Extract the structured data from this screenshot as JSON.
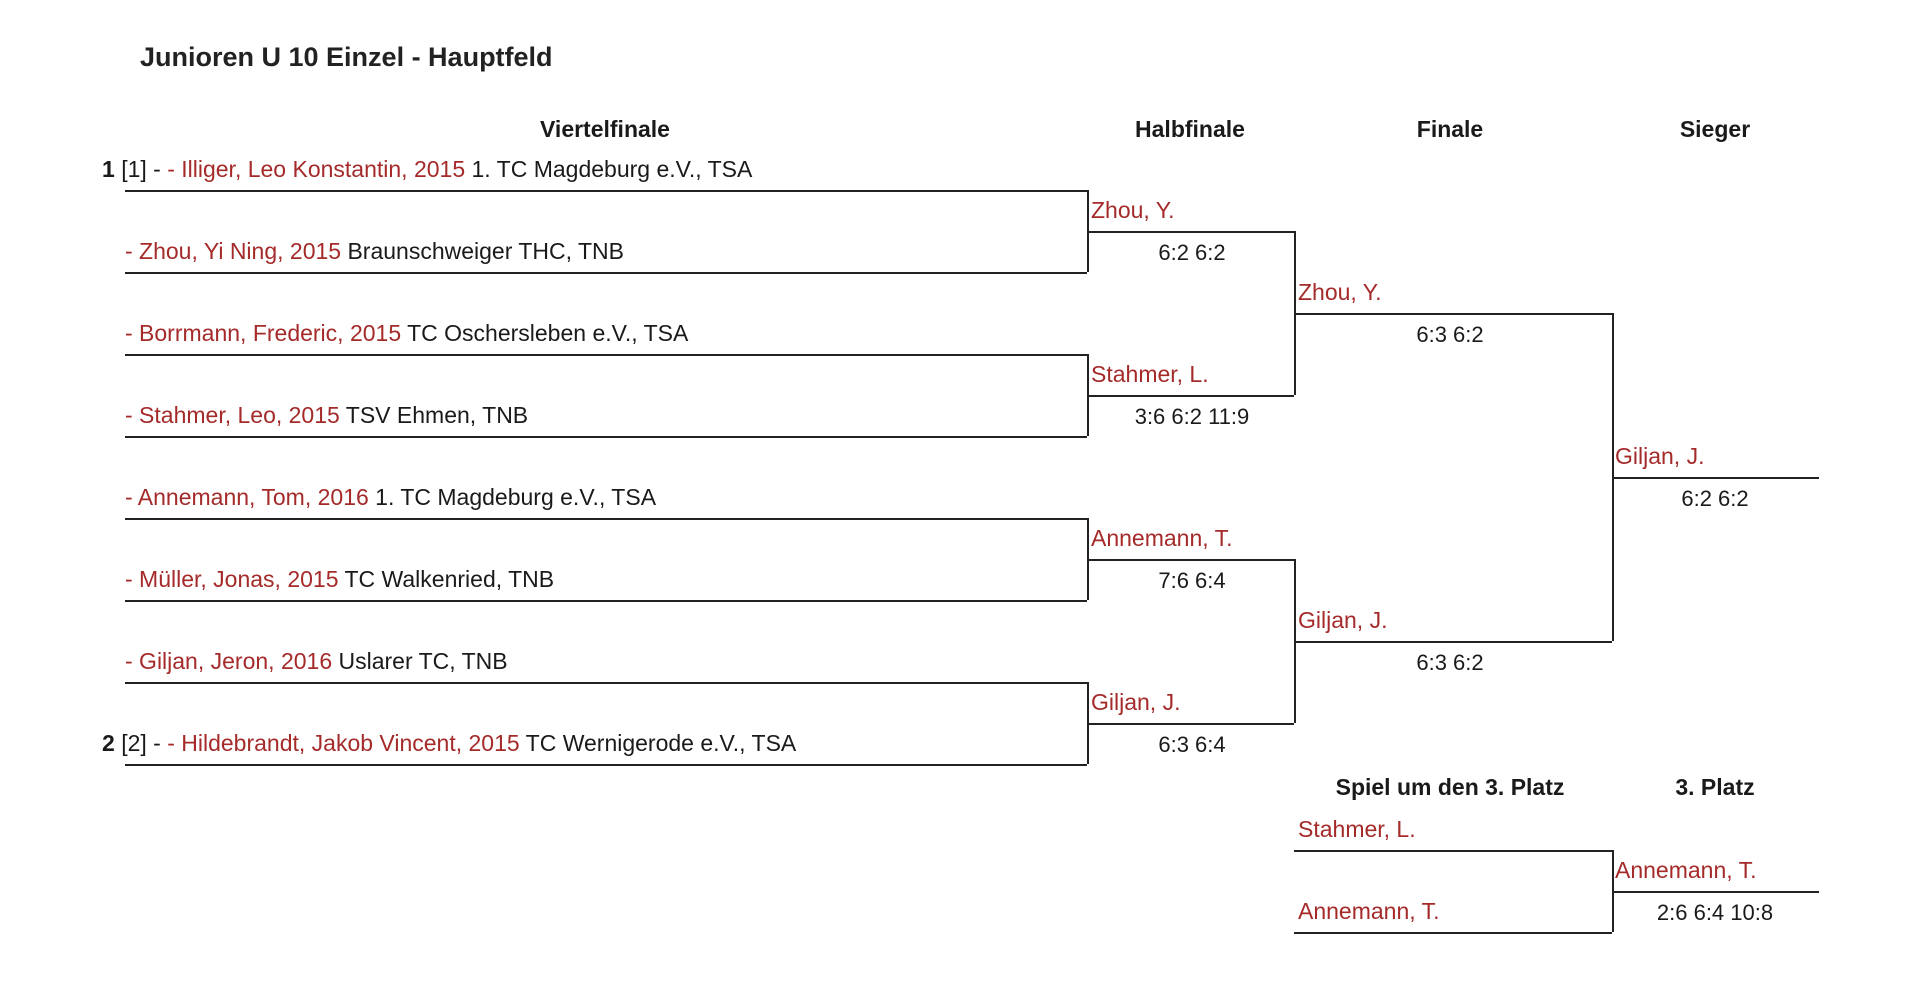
{
  "title": "Junioren U 10 Einzel - Hauptfeld",
  "headers": {
    "viertelfinale": "Viertelfinale",
    "halbfinale": "Halbfinale",
    "finale": "Finale",
    "sieger": "Sieger",
    "spiel_um_3": "Spiel um den 3. Platz",
    "platz3": "3. Platz"
  },
  "players": [
    {
      "seed_num": "1",
      "seed": "[1] -",
      "name": "- Illiger, Leo Konstantin, 2015",
      "club": " 1. TC Magdeburg e.V., TSA"
    },
    {
      "seed_num": "",
      "seed": "",
      "name": "- Zhou, Yi Ning, 2015",
      "club": " Braunschweiger THC, TNB"
    },
    {
      "seed_num": "",
      "seed": "",
      "name": "- Borrmann, Frederic, 2015",
      "club": " TC Oschersleben e.V., TSA"
    },
    {
      "seed_num": "",
      "seed": "",
      "name": "- Stahmer, Leo, 2015",
      "club": " TSV Ehmen, TNB"
    },
    {
      "seed_num": "",
      "seed": "",
      "name": "- Annemann, Tom, 2016",
      "club": " 1. TC Magdeburg e.V., TSA"
    },
    {
      "seed_num": "",
      "seed": "",
      "name": "- Müller, Jonas, 2015",
      "club": " TC Walkenried, TNB"
    },
    {
      "seed_num": "",
      "seed": "",
      "name": "- Giljan, Jeron, 2016",
      "club": " Uslarer TC, TNB"
    },
    {
      "seed_num": "2",
      "seed": "[2] -",
      "name": "- Hildebrandt, Jakob Vincent, 2015",
      "club": " TC Wernigerode e.V., TSA"
    }
  ],
  "halbfinale": [
    {
      "winner": "Zhou, Y.",
      "score": "6:2 6:2"
    },
    {
      "winner": "Stahmer, L.",
      "score": "3:6 6:2 11:9"
    },
    {
      "winner": "Annemann, T.",
      "score": "7:6 6:4"
    },
    {
      "winner": "Giljan, J.",
      "score": "6:3 6:4"
    }
  ],
  "finale": [
    {
      "winner": "Zhou, Y.",
      "score": "6:3 6:2"
    },
    {
      "winner": "Giljan, J.",
      "score": "6:3 6:2"
    }
  ],
  "sieger": {
    "winner": "Giljan, J.",
    "score": "6:2 6:2"
  },
  "third_place": {
    "player1": "Stahmer, L.",
    "player2": "Annemann, T.",
    "winner": "Annemann, T.",
    "score": "2:6 6:4 10:8"
  }
}
